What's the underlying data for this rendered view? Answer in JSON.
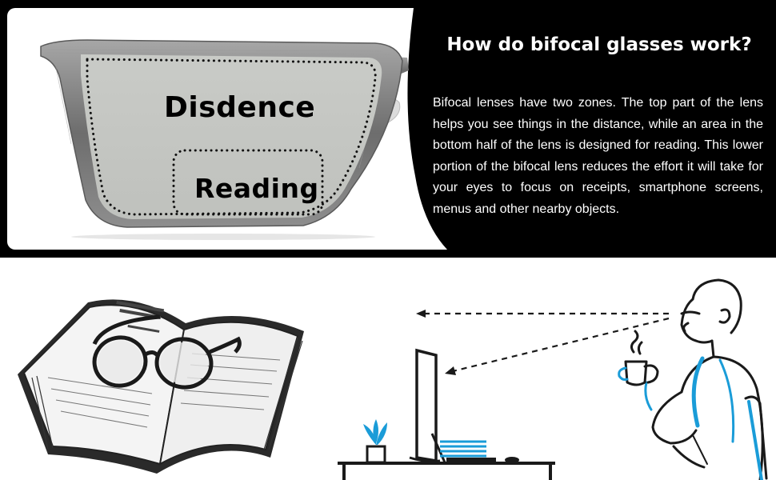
{
  "lens": {
    "distance_zone_label": "Disdence",
    "reading_zone_label": "Reading"
  },
  "info": {
    "title": "How do bifocal glasses work?",
    "body": "Bifocal lenses have two zones. The top part of the lens helps you see things in the distance, while an area in the bottom half of the lens is designed for reading. This lower portion of the bifocal lens reduces the effort it will take for your eyes to focus on receipts, smartphone screens, menus and other nearby objects."
  },
  "colors": {
    "banner_bg": "#000000",
    "lens_tint": "#c4c6c2",
    "frame_metal": "#7c7c7c",
    "accent_blue": "#1a9cd8"
  },
  "icons": {
    "glasses_lens": "glasses-lens-illustration",
    "book": "open-book-with-glasses-illustration",
    "monitor": "desktop-monitor-illustration",
    "person": "person-drinking-coffee-illustration"
  }
}
